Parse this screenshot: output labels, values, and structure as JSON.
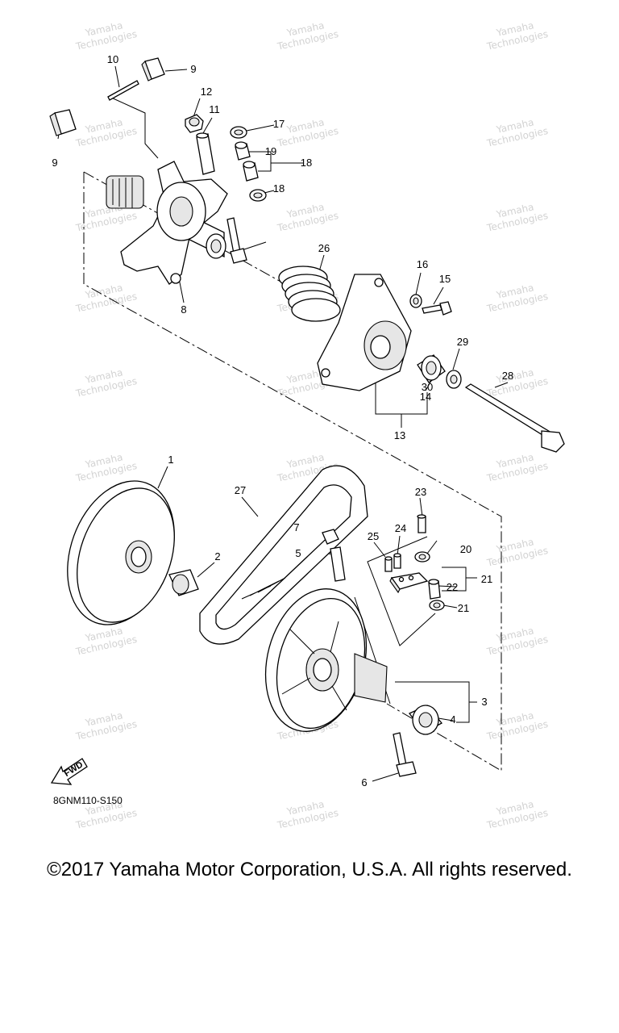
{
  "watermark": {
    "line1": "Yamaha",
    "line2": "Technologies"
  },
  "fwd_mark": "FWD",
  "diagram_code": "8GNM110-S150",
  "copyright": "©2017 Yamaha Motor Corporation, U.S.A. All rights reserved.",
  "callouts": [
    "1",
    "2",
    "3",
    "4",
    "5",
    "6",
    "7",
    "8",
    "9",
    "9",
    "10",
    "11",
    "12",
    "13",
    "14",
    "15",
    "16",
    "17",
    "18",
    "18",
    "19",
    "20",
    "21",
    "21",
    "22",
    "23",
    "24",
    "25",
    "26",
    "27",
    "28",
    "29",
    "30"
  ]
}
